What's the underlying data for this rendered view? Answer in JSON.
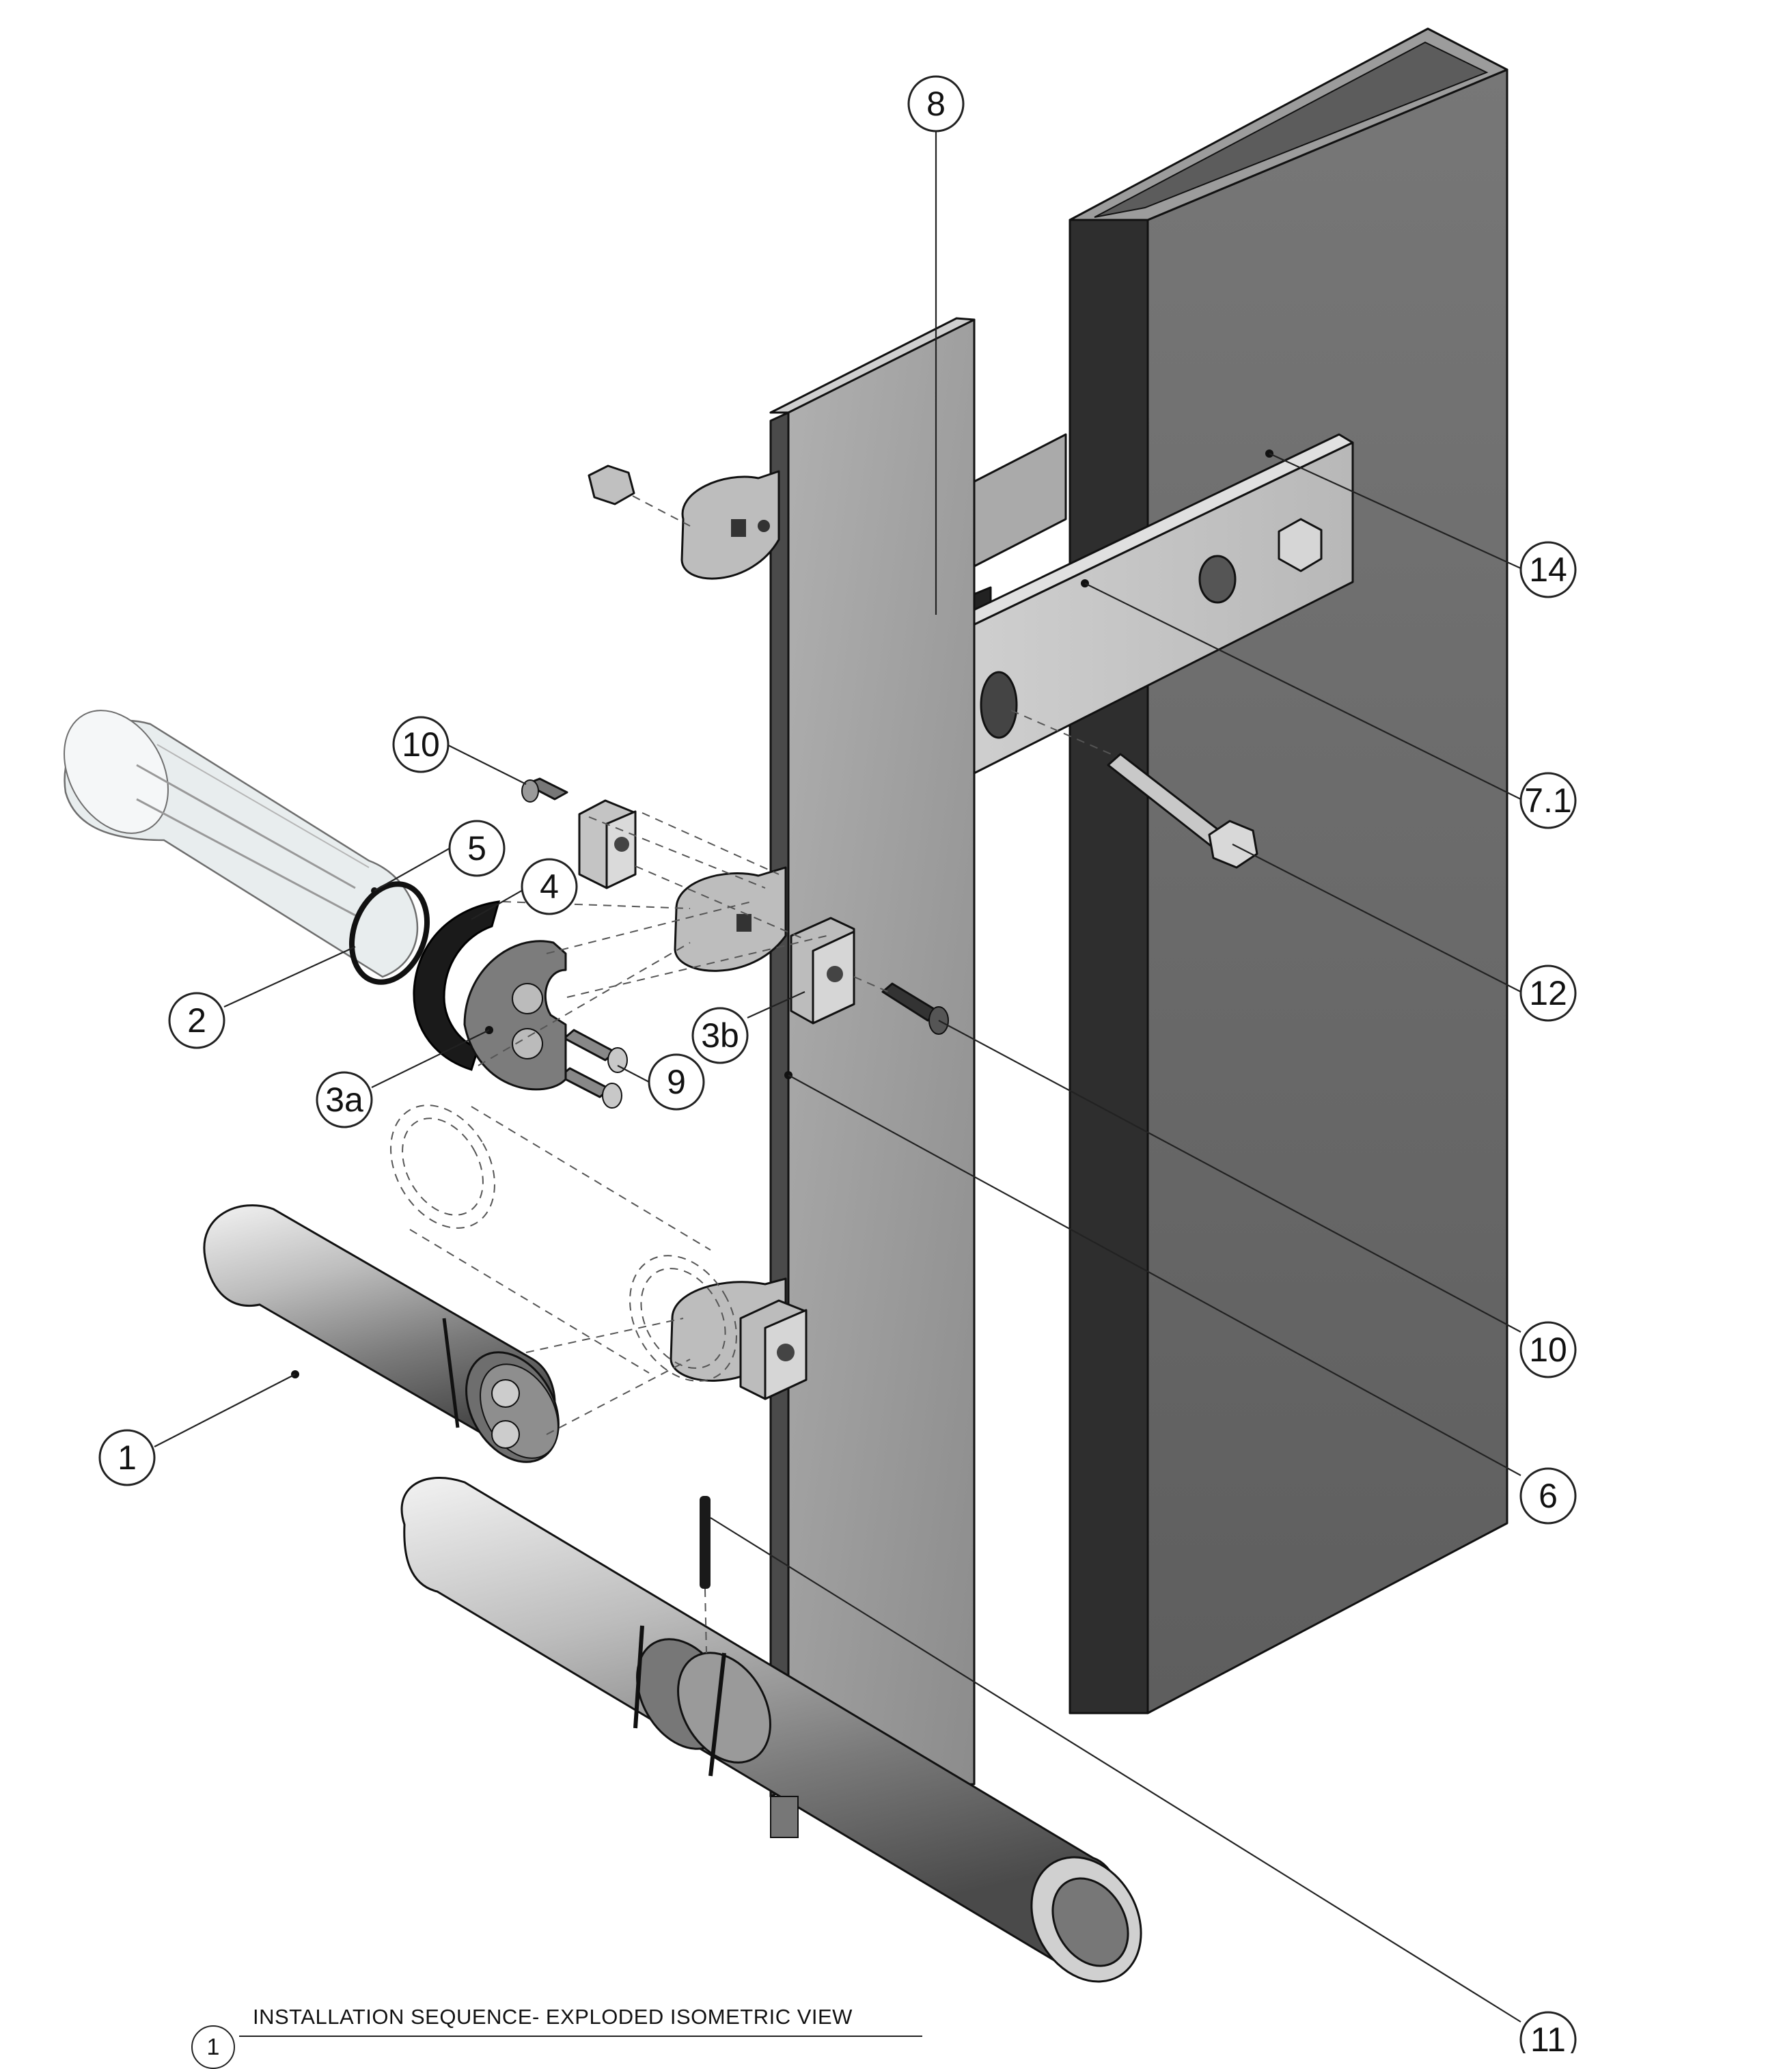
{
  "figure": {
    "title": "INSTALLATION SEQUENCE- EXPLODED ISOMETRIC VIEW",
    "view_number": "1"
  },
  "callouts": {
    "c8": "8",
    "c14": "14",
    "c10a": "10",
    "c5": "5",
    "c4": "4",
    "c71": "7.1",
    "c2": "2",
    "c3b": "3b",
    "c12": "12",
    "c9": "9",
    "c3a": "3a",
    "c10b": "10",
    "c1": "1",
    "c6": "6",
    "c11": "11"
  },
  "colors": {
    "post_front": "#6e6e6e",
    "post_side": "#3a3a3a",
    "plate_face": "#9a9a9a",
    "plate_edge": "#4a4a4a",
    "arm_face": "#c4c4c4",
    "metal_light": "#d9d9d9",
    "metal_dark": "#5a5a5a",
    "glass": "#e8eef0",
    "gasket": "#1a1a1a"
  }
}
